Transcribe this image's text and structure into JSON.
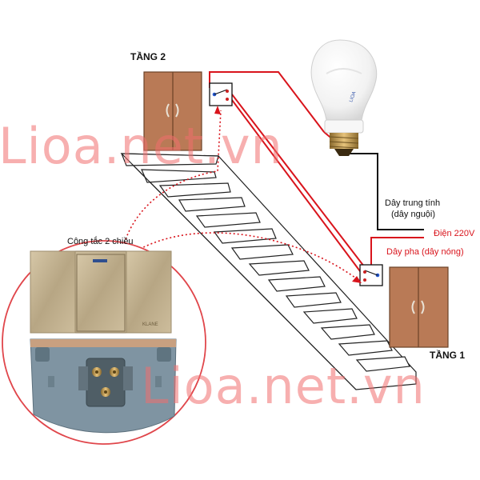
{
  "labels": {
    "floor2": "TẦNG 2",
    "floor1": "TẦNG 1",
    "switch_title": "Công tắc 2 chiều",
    "neutral_line1": "Dây trung tính",
    "neutral_line2": "(dây nguội)",
    "power": "Điện 220V",
    "phase": "Dây pha (dây nóng)",
    "switch_brand": "KLANE",
    "bulb_brand": "LIOA"
  },
  "watermark": {
    "top": "Lioa.net.vn",
    "bottom": "Lioa.net.vn"
  },
  "colors": {
    "wire_red": "#d9141c",
    "wire_black": "#111111",
    "door": "#b97a56",
    "watermark": "#f06e6e",
    "circle": "#e0464b",
    "switch_plate": "#b8a888"
  },
  "icons": [
    "bulb-icon",
    "switch-icon",
    "door-icon",
    "stair-icon"
  ]
}
